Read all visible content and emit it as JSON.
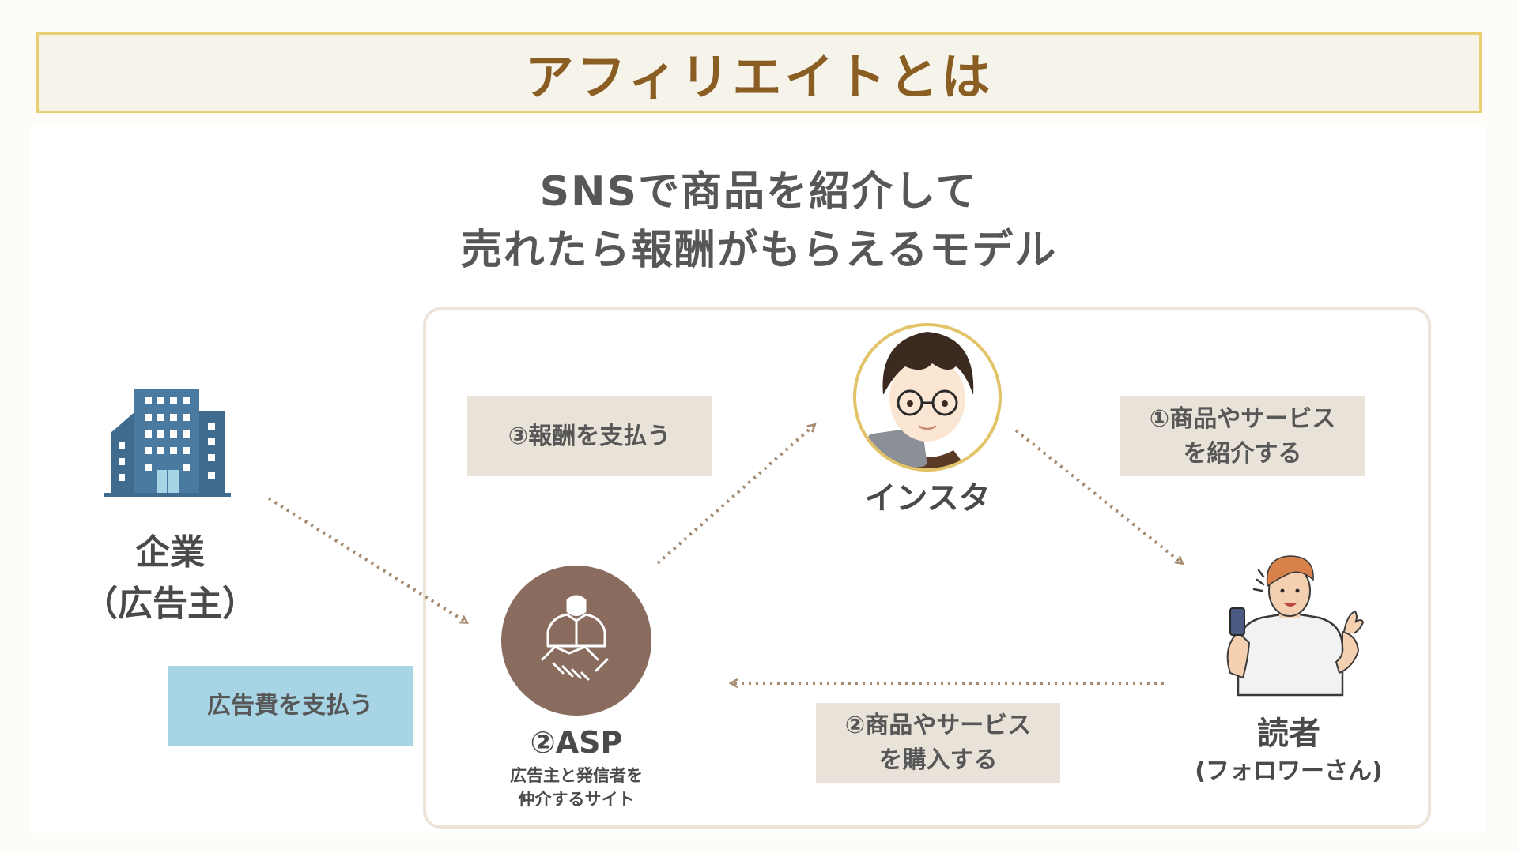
{
  "title": "アフィリエイトとは",
  "subtitle": {
    "line1": "SNSで商品を紹介して",
    "line2": "売れたら報酬がもらえるモデル"
  },
  "nodes": {
    "company": {
      "line1": "企業",
      "line2": "（広告主）",
      "icon": "building-icon"
    },
    "asp": {
      "label": "②ASP",
      "desc_line1": "広告主と発信者を",
      "desc_line2": "仲介するサイト",
      "icon": "handshake-icon"
    },
    "insta": {
      "label": "インスタ",
      "icon": "avatar-icon"
    },
    "reader": {
      "label": "読者",
      "sub": "(フォロワーさん)",
      "icon": "reader-icon"
    }
  },
  "flows": {
    "ad_fee": "広告費を支払う",
    "reward": "③報酬を支払う",
    "introduce": {
      "line1": "①商品やサービス",
      "line2": "を紹介する"
    },
    "purchase": {
      "line1": "②商品やサービス",
      "line2": "を購入する"
    }
  },
  "colors": {
    "title_text": "#8a5e23",
    "title_border": "#e8cf6f",
    "arrow": "#a58a6f",
    "asp_circle": "#8a6c5f",
    "building": "#3f6b8e",
    "label_bg": "#e9e2d8",
    "ad_fee_bg": "#a7d5e6"
  }
}
